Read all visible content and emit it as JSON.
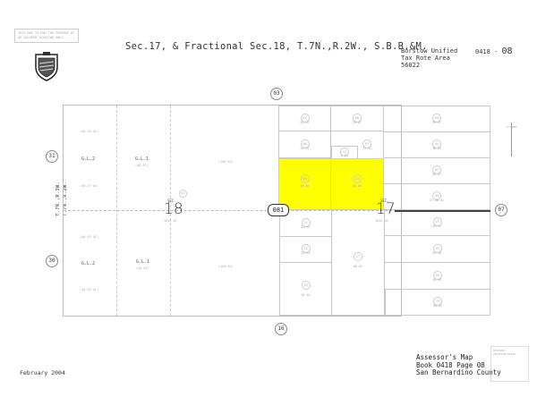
{
  "header": {
    "title": "Sec.17, & Fractional Sec.18, T.7N.,R.2W., S.B.B.&M.",
    "tax_rate_area": "Borstow Unified\nTax Rote Area\n56022",
    "map_number_book": "0418 -",
    "map_number_page": "08",
    "disclaimer": "THIS MAP IS FOR THE PURPOSE OF AD VALOREM TAXATION ONLY.",
    "seal_icon": "county-seal-icon"
  },
  "township_labels": {
    "left_upper": "T.7N.,R.3W.",
    "left_lower": "T.7N.,R.2W."
  },
  "adjacent_pages": {
    "north": "03",
    "south": "16",
    "east": "07",
    "west_upper": "31",
    "west_lower": "30"
  },
  "road": {
    "label": "081"
  },
  "sections": [
    {
      "prefix": "SEC.",
      "number": "18",
      "area": "1642 AC"
    },
    {
      "prefix": "SEC.",
      "number": "17",
      "area": "1642 AC"
    }
  ],
  "section18": {
    "lots": [
      {
        "label": "G.L.2",
        "note": ""
      },
      {
        "label": "G.L.1",
        "note": "(40 AC)"
      },
      {
        "label": "G.L.2",
        "note": ""
      },
      {
        "label": "G.L.1",
        "note": "(40 AC)"
      }
    ],
    "acreage_notes": [
      "(40.23 AC)",
      "(40.47 AC)",
      "(160 AC)",
      "(40.49 AC)",
      "(40.26 AC)",
      "(160 AC)"
    ],
    "parcel_circle": "01"
  },
  "section17": {
    "parcels": [
      {
        "id": "01",
        "acres": "20 AC",
        "highlighted": false
      },
      {
        "id": "06",
        "acres": "20 AC",
        "highlighted": false
      },
      {
        "id": "05",
        "acres": "40 AC",
        "highlighted": false
      },
      {
        "id": "08",
        "acres": "20 AC",
        "highlighted": false
      },
      {
        "id": "12",
        "acres": "5 AC",
        "highlighted": false
      },
      {
        "id": "07",
        "acres": "15 AC",
        "highlighted": false
      },
      {
        "id": "04",
        "acres": "40 AC",
        "highlighted": false
      },
      {
        "id": "09",
        "acres": "40 AC",
        "highlighted": true
      },
      {
        "id": "11",
        "acres": "40 AC",
        "highlighted": true
      },
      {
        "id": "02",
        "acres": "40 AC",
        "highlighted": false
      },
      {
        "id": "03",
        "acres": "37.50 AC",
        "highlighted": false
      },
      {
        "id": "14",
        "acres": "20 AC",
        "highlighted": false
      },
      {
        "id": "13",
        "acres": "40 AC",
        "highlighted": false
      },
      {
        "id": "15",
        "acres": "20 AC",
        "highlighted": false
      },
      {
        "id": "16",
        "acres": "40 AC",
        "highlighted": false
      },
      {
        "id": "10",
        "acres": "40 AC",
        "highlighted": false
      },
      {
        "id": "17",
        "acres": "80 AC",
        "highlighted": false
      },
      {
        "id": "18",
        "acres": "40 AC",
        "highlighted": false
      },
      {
        "id": "19",
        "acres": "40 AC",
        "highlighted": false
      }
    ]
  },
  "scale_bar": {
    "label": "1\"=800'"
  },
  "footer": {
    "date": "February 2004",
    "map_title": "Assessor's Map\nBook 0418 Page 08\nSan Bernardino County",
    "revision_stamp": "REVISED\nREVISION DATES"
  },
  "colors": {
    "highlight": "#ffff00",
    "line": "#c8c8c8",
    "text": "#333333"
  }
}
